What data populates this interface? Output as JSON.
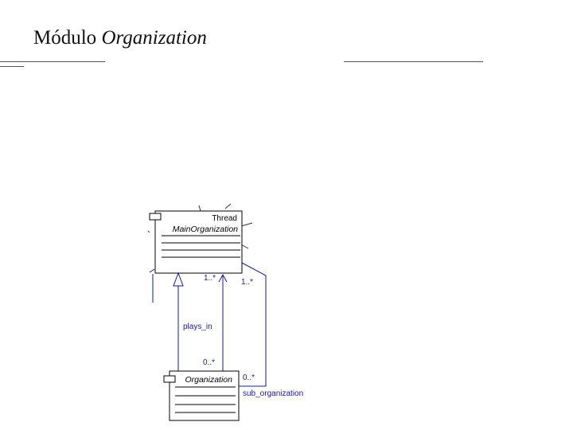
{
  "slide": {
    "title_plain": "Módulo",
    "title_italic": "Organization"
  },
  "colors": {
    "association_line": "#1a1a8c",
    "box_border": "#000000",
    "title_rule": "#555555"
  },
  "diagram": {
    "classes": [
      {
        "stereotype": "Thread",
        "name": "MainOrganization"
      },
      {
        "stereotype": "",
        "name": "Organization"
      }
    ],
    "associations": {
      "plays_in": {
        "role": "plays_in",
        "multiplicity_top": "1..*",
        "multiplicity_bottom": "0..*"
      },
      "sub_organization": {
        "role": "sub_organization",
        "multiplicity_top": "1..*",
        "multiplicity_bottom": "0..*"
      }
    }
  }
}
